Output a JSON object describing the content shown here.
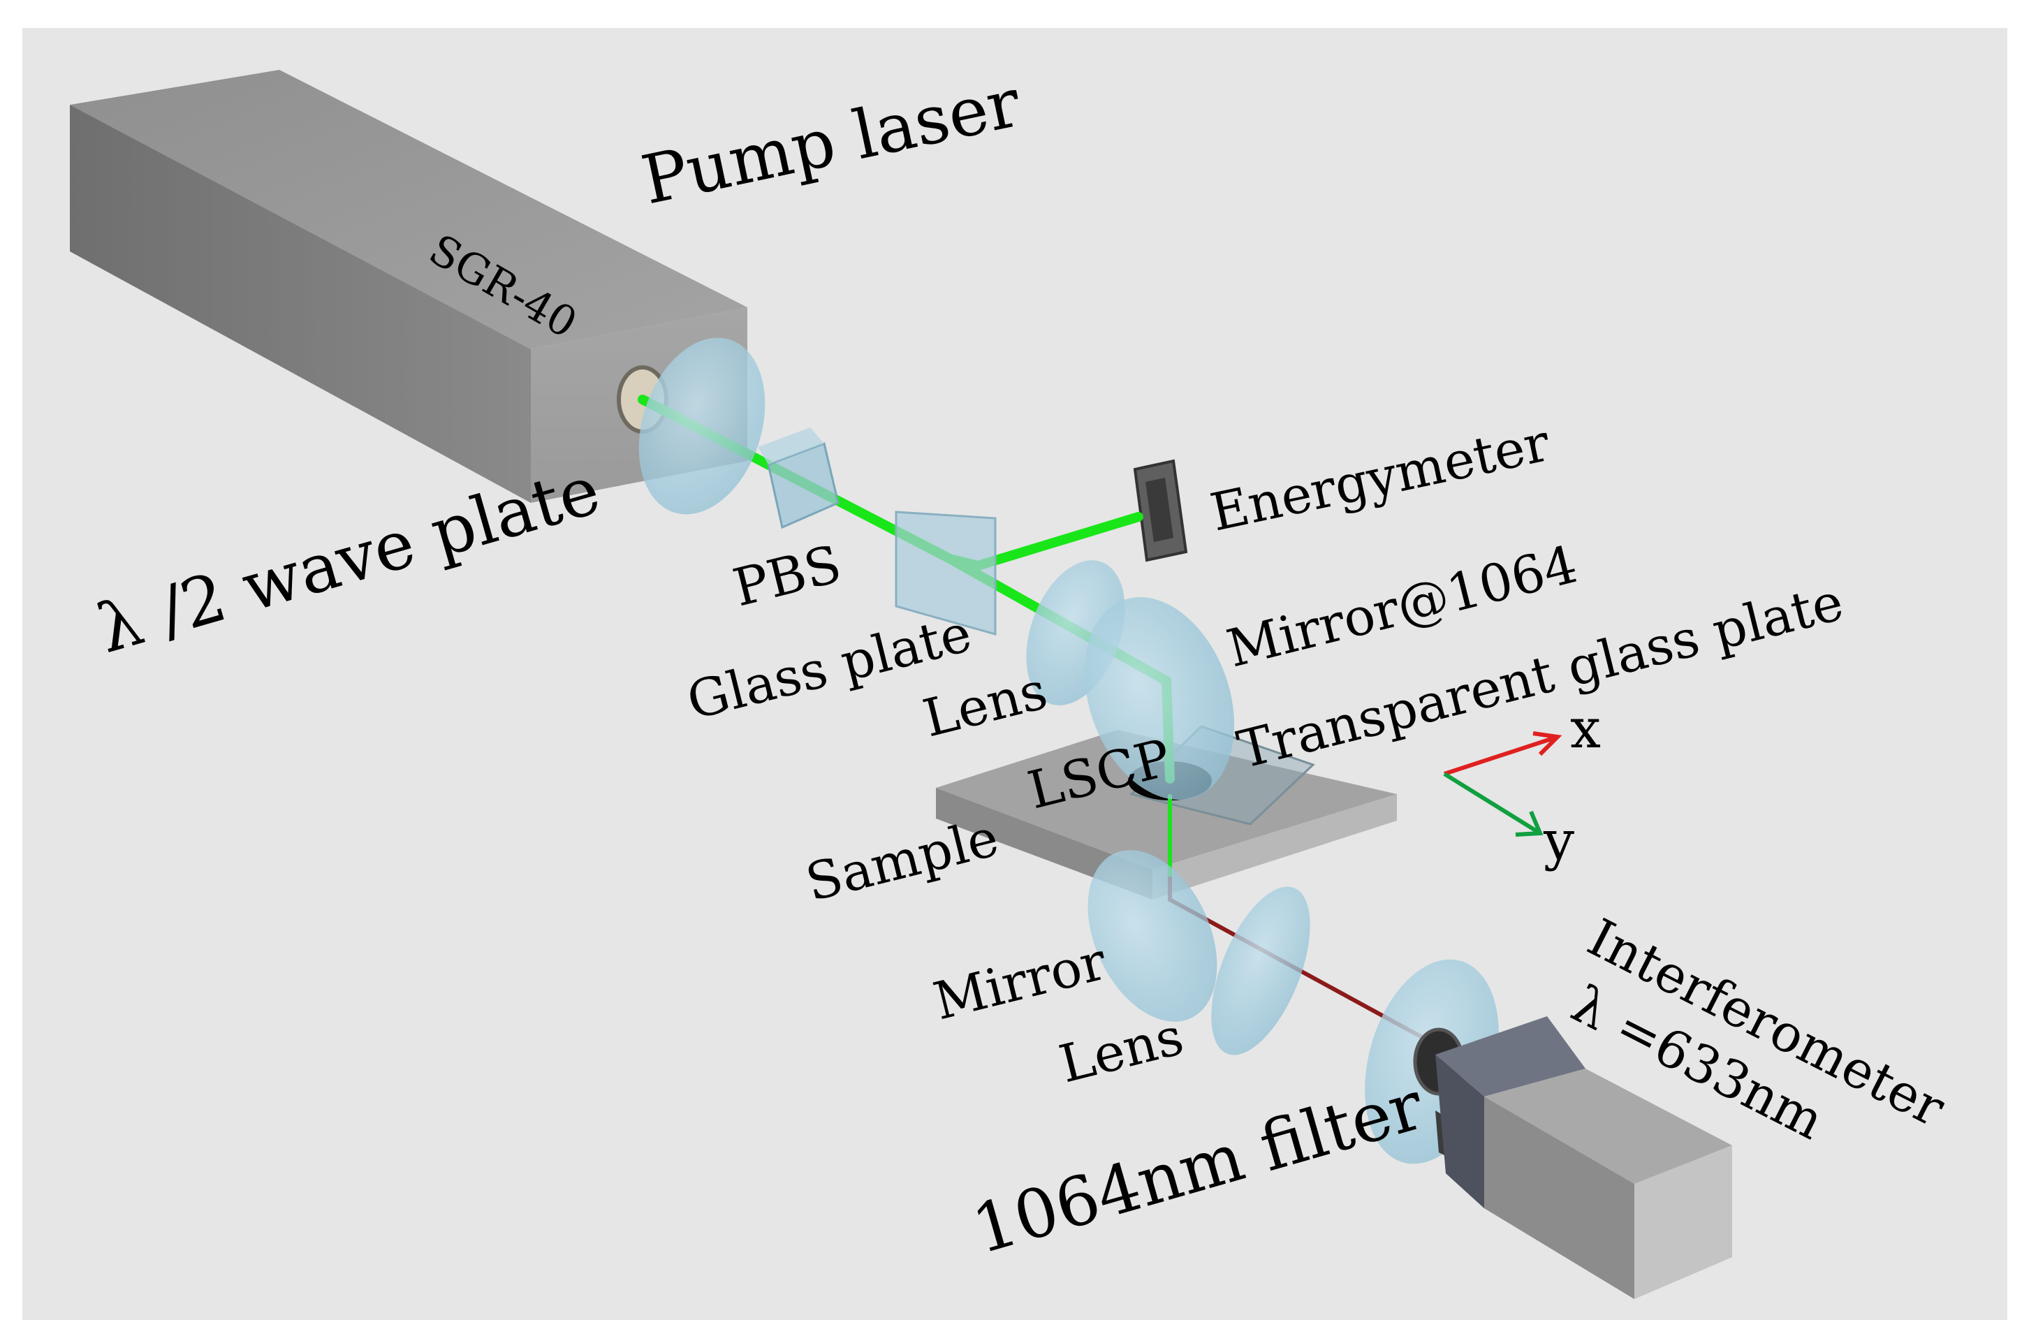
{
  "labels": {
    "pump_laser": "Pump laser",
    "laser_model": "SGR-40",
    "half_wave_plate": "λ /2 wave plate",
    "pbs": "PBS",
    "glass_plate": "Glass plate",
    "energymeter": "Energymeter",
    "lens_1": "Lens",
    "mirror_1064": "Mirror@1064",
    "transparent_glass_plate": "Transparent glass plate",
    "lscp": "LSCP",
    "sample": "Sample",
    "axis_x": "x",
    "axis_y": "y",
    "mirror": "Mirror",
    "lens_2": "Lens",
    "filter_1064": "1064nm filter",
    "interferometer": "Interferometer",
    "wavelength": "λ =633nm"
  },
  "colors": {
    "background": "#e6e6e6",
    "green_beam": "#19e619",
    "red_beam": "#8b1a1a",
    "optic_blue": "#a9cfe0",
    "axis_x": "#e02020",
    "axis_y": "#10a040",
    "model_text": "#a8e8a0"
  }
}
